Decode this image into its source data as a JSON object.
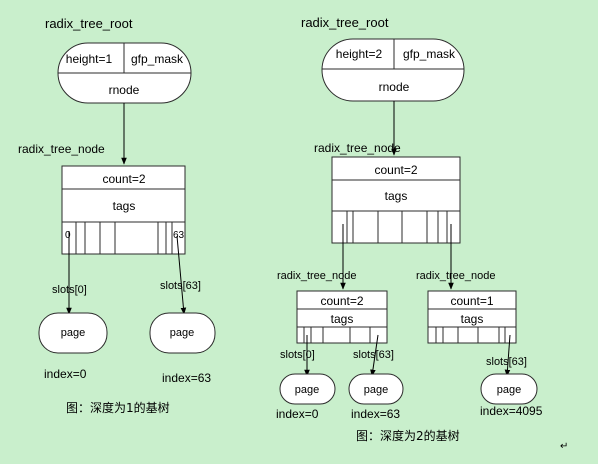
{
  "left_tree": {
    "root": {
      "title": "radix_tree_root",
      "height": "height=1",
      "gfp_mask": "gfp_mask",
      "rnode": "rnode"
    },
    "node": {
      "title": "radix_tree_node",
      "count": "count=2",
      "tags": "tags",
      "slot_first": "0",
      "slot_last": "63"
    },
    "leaves": [
      {
        "slot": "slots[0]",
        "page": "page",
        "index": "index=0"
      },
      {
        "slot": "slots[63]",
        "page": "page",
        "index": "index=63"
      }
    ],
    "caption": "图：深度为1的基树"
  },
  "right_tree": {
    "root": {
      "title": "radix_tree_root",
      "height": "height=2",
      "gfp_mask": "gfp_mask",
      "rnode": "rnode"
    },
    "node": {
      "title": "radix_tree_node",
      "count": "count=2",
      "tags": "tags"
    },
    "children": [
      {
        "title": "radix_tree_node",
        "count": "count=2",
        "tags": "tags"
      },
      {
        "title": "radix_tree_node",
        "count": "count=1",
        "tags": "tags"
      }
    ],
    "leaves": [
      {
        "slot": "slots[0]",
        "page": "page",
        "index": "index=0"
      },
      {
        "slot": "slots[63]",
        "page": "page",
        "index": "index=63"
      },
      {
        "slot": "slots[63]",
        "page": "page",
        "index": "index=4095"
      }
    ],
    "caption": "图：深度为2的基树"
  },
  "corner_mark": "↵"
}
